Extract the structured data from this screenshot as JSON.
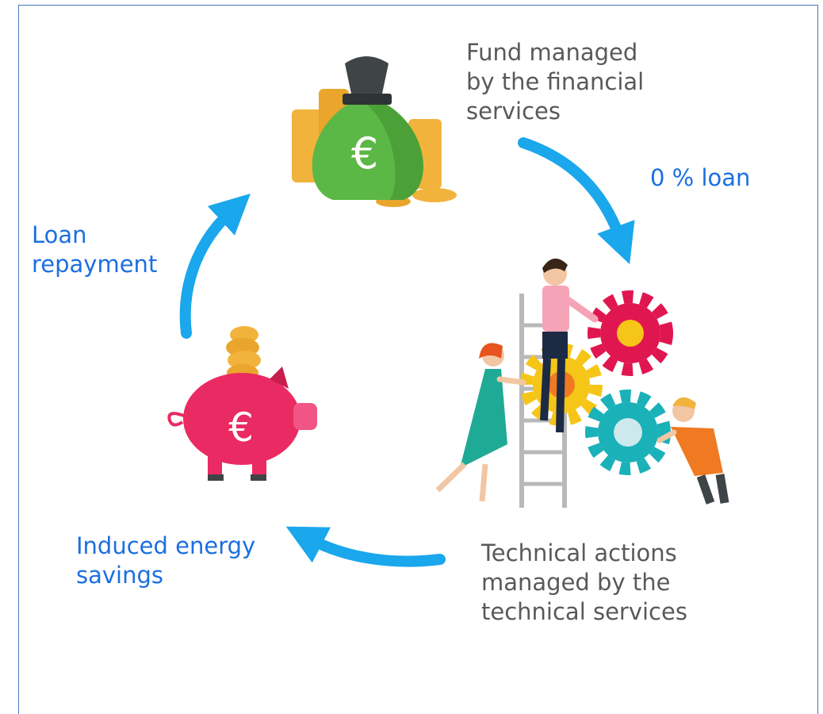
{
  "diagram": {
    "fund": {
      "lines": [
        "Fund managed",
        "by the financial",
        "services"
      ]
    },
    "loan": {
      "label": "0 % loan"
    },
    "repayment": {
      "lines": [
        "Loan",
        "repayment"
      ]
    },
    "savings": {
      "lines": [
        "Induced energy",
        "savings"
      ]
    },
    "technical": {
      "lines": [
        "Technical actions",
        "managed by the",
        "technical services"
      ]
    },
    "icons": {
      "money_bag_symbol": "€",
      "piggy_bank_symbol": "€"
    },
    "colors": {
      "arrow": "#1aa7ec",
      "label_blue": "#1c6fe0",
      "label_gray": "#595959",
      "bag": "#5cb846",
      "coins": "#f2b33d",
      "piggy": "#ea2a62",
      "gear_red": "#e01650",
      "gear_yellow": "#f5c518",
      "gear_teal": "#1bb1b9"
    }
  }
}
